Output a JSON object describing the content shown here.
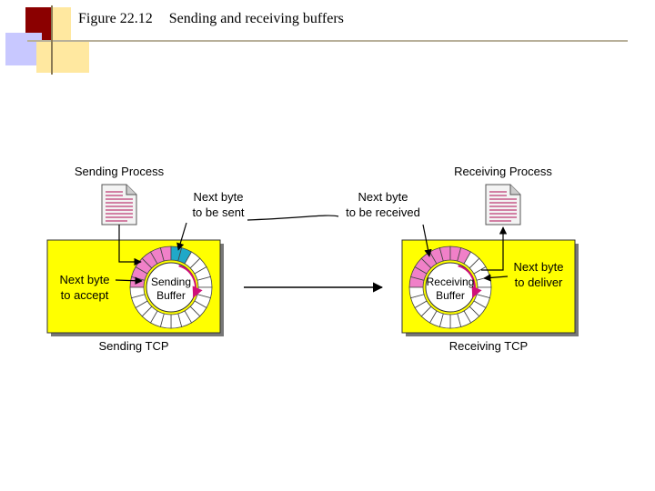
{
  "slide": {
    "figure_number": "Figure 22.12",
    "caption": "Sending and receiving buffers"
  },
  "diagram": {
    "sending_process": "Sending Process",
    "receiving_process": "Receiving Process",
    "next_byte_to_be_sent": [
      "Next byte",
      "to be sent"
    ],
    "next_byte_to_be_received": [
      "Next byte",
      "to be received"
    ],
    "next_byte_to_accept": [
      "Next byte",
      "to accept"
    ],
    "next_byte_to_deliver": [
      "Next byte",
      "to deliver"
    ],
    "sending_buffer": [
      "Sending",
      "Buffer"
    ],
    "receiving_buffer": [
      "Receiving",
      "Buffer"
    ],
    "sending_tcp": "Sending TCP",
    "receiving_tcp": "Receiving TCP"
  },
  "colors": {
    "tcp_box": "#ffff00",
    "filled_slot": "#f080c8",
    "sent_slot": "#20a8c8",
    "empty_slot": "#ffffff",
    "accent_arrow": "#d0107a",
    "corner_dark": "#8b0000",
    "corner_blue": "#c8c8ff",
    "corner_cream": "#ffe8a0"
  }
}
